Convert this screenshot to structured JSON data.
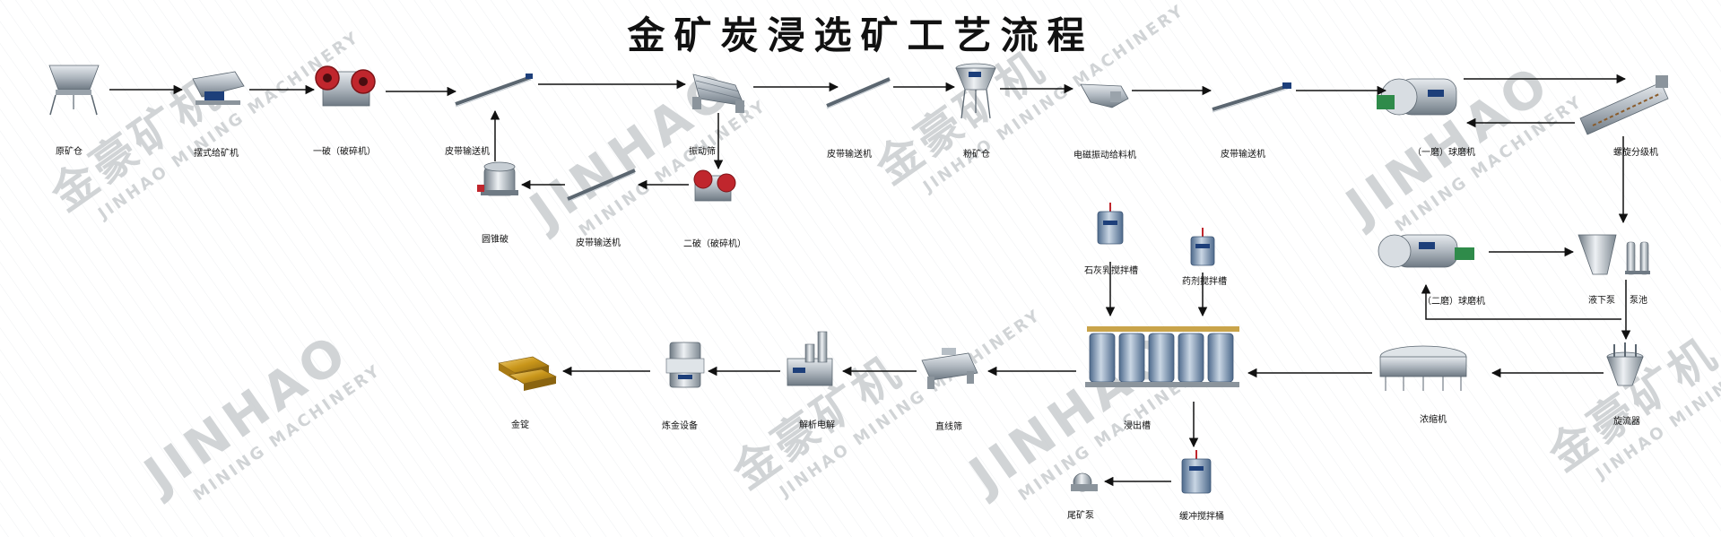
{
  "title": "金矿炭浸选矿工艺流程",
  "watermark": {
    "brand": "JINHAO",
    "sub": "MINING MACHINERY",
    "cn": "金豪矿机",
    "sub_full": "JINHAO MINING MACHINERY"
  },
  "equipment": {
    "raw_bin": "原矿仓",
    "vibrating_feeder": "摆式给矿机",
    "primary_crusher": "一破（破碎机）",
    "belt_conveyor_1": "皮带输送机",
    "vibrating_screen": "振动筛",
    "secondary_crusher": "二破（破碎机）",
    "belt_conveyor_return": "皮带输送机",
    "cone_crusher": "圆锥破",
    "belt_conveyor_2": "皮带输送机",
    "powder_bin": "粉矿仓",
    "electromagnetic_feeder": "电磁振动给料机",
    "belt_conveyor_3": "皮带输送机",
    "ball_mill_1": "（一磨）球磨机",
    "spiral_classifier": "螺旋分级机",
    "ball_mill_2": "（二磨）球磨机",
    "submerged_pump": "液下泵",
    "pump_pool": "泵池",
    "hydrocyclone": "旋流器",
    "thickener": "浓缩机",
    "lime_tank": "石灰乳搅拌槽",
    "reagent_tank": "药剂搅拌槽",
    "leaching_tank": "浸出槽",
    "buffer_tank": "缓冲搅拌桶",
    "tailing_pump": "尾矿泵",
    "linear_screen": "直线筛",
    "electrolysis": "解析电解",
    "smelting": "炼金设备",
    "gold_ingot": "金锭"
  },
  "colors": {
    "machine_gray": "#9aa3ab",
    "machine_dark": "#5b6670",
    "crusher_red": "#c0262d",
    "tank_blue": "#5f7fa3",
    "gold": "#c9961a",
    "arrow": "#111111",
    "watermark": "#c9cdd0"
  }
}
